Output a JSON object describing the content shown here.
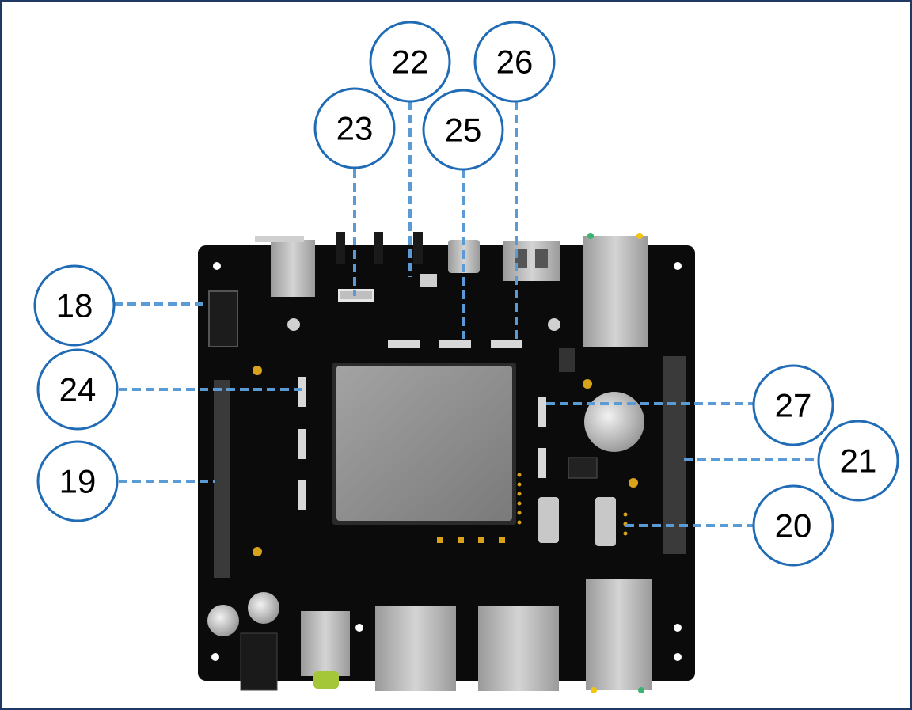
{
  "callouts": [
    {
      "id": "c18",
      "label": "18"
    },
    {
      "id": "c19",
      "label": "19"
    },
    {
      "id": "c20",
      "label": "20"
    },
    {
      "id": "c21",
      "label": "21"
    },
    {
      "id": "c22",
      "label": "22"
    },
    {
      "id": "c23",
      "label": "23"
    },
    {
      "id": "c24",
      "label": "24"
    },
    {
      "id": "c25",
      "label": "25"
    },
    {
      "id": "c26",
      "label": "26"
    },
    {
      "id": "c27",
      "label": "27"
    }
  ],
  "colors": {
    "frame_border": "#1f3864",
    "callout_circle": "#1f6bb5",
    "leader_line": "#5b9bd5",
    "board": "#0b0b0b",
    "soc": "#8c8c8c",
    "connector_metal": "#b5b5b5",
    "gold_pad": "#d9a21b"
  },
  "icons": [
    "board-illustration",
    "soc-chip",
    "ethernet-port",
    "usb-port",
    "coin-battery",
    "pin-header",
    "capacitor",
    "audio-jack"
  ]
}
